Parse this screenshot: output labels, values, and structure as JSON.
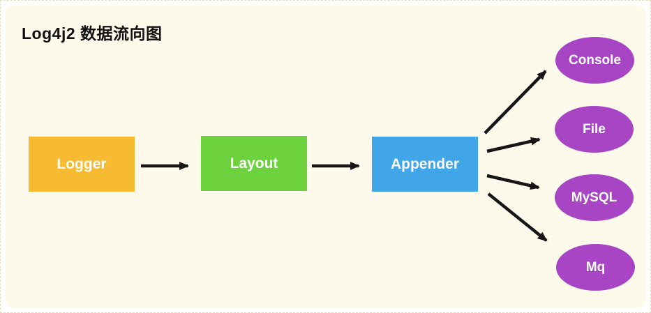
{
  "title": "Log4j2 数据流向图",
  "colors": {
    "background": "#FDFAEC",
    "logger_fill": "#F6BB33",
    "layout_fill": "#6DD23E",
    "appender_fill": "#41A6E8",
    "sink_fill": "#A845C4",
    "arrow": "#161616",
    "node_text": "#FFFFFF",
    "title_text": "#111111"
  },
  "nodes": {
    "logger": {
      "label": "Logger",
      "shape": "rect"
    },
    "layout": {
      "label": "Layout",
      "shape": "rect"
    },
    "appender": {
      "label": "Appender",
      "shape": "rect"
    },
    "console": {
      "label": "Console",
      "shape": "ellipse"
    },
    "file": {
      "label": "File",
      "shape": "ellipse"
    },
    "mysql": {
      "label": "MySQL",
      "shape": "ellipse"
    },
    "mq": {
      "label": "Mq",
      "shape": "ellipse"
    }
  },
  "edges": [
    {
      "from": "Logger",
      "to": "Layout"
    },
    {
      "from": "Layout",
      "to": "Appender"
    },
    {
      "from": "Appender",
      "to": "Console"
    },
    {
      "from": "Appender",
      "to": "File"
    },
    {
      "from": "Appender",
      "to": "MySQL"
    },
    {
      "from": "Appender",
      "to": "Mq"
    }
  ]
}
